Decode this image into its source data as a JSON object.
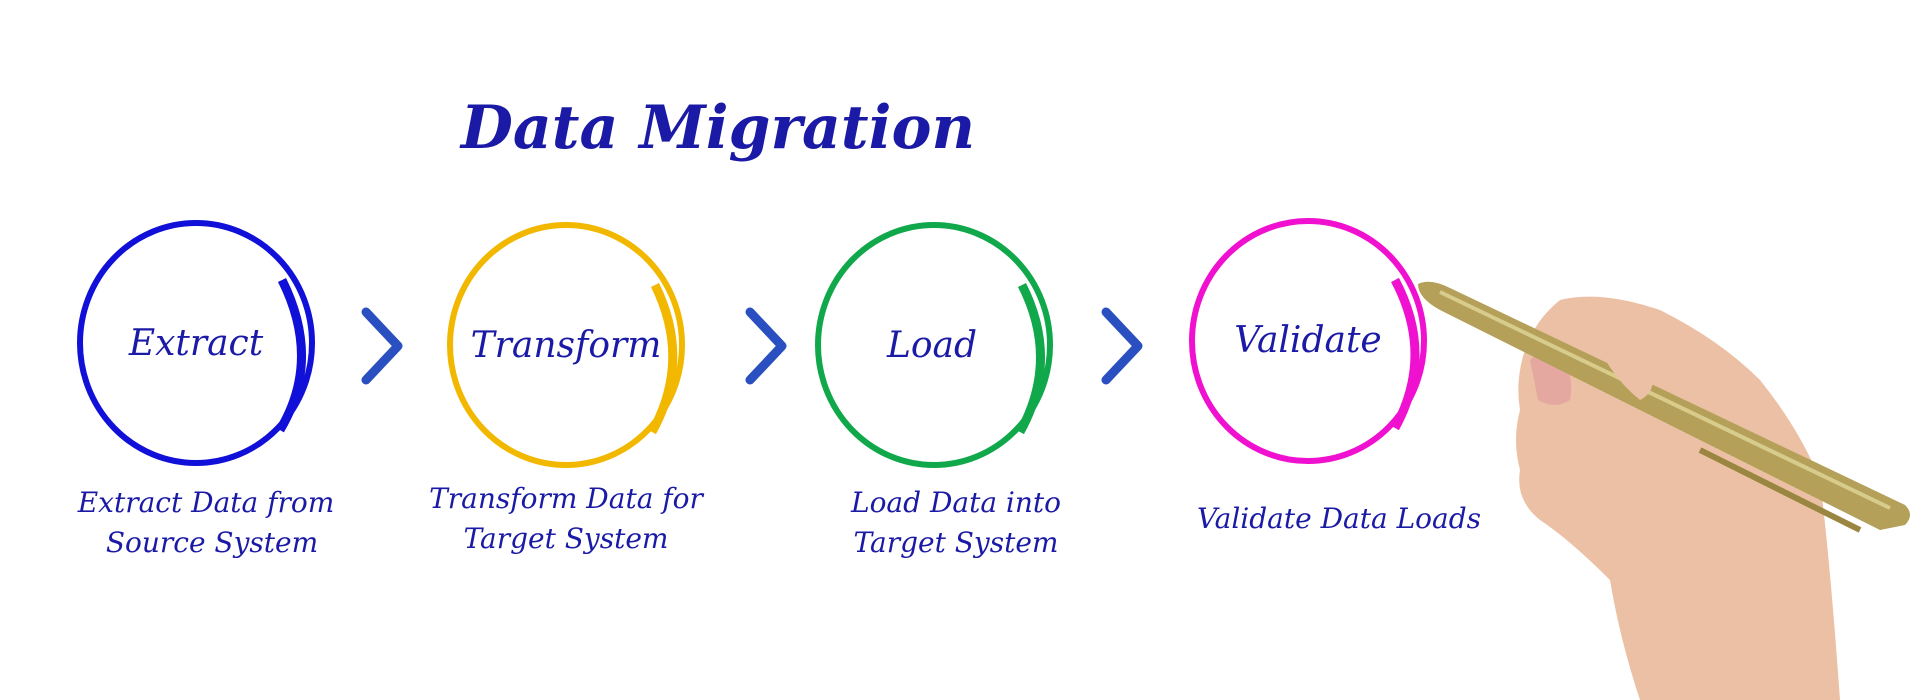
{
  "title": "Data Migration",
  "colors": {
    "text": "#1a1aa6",
    "chevron": "#2a4fc0",
    "skin": "#ecc0a4",
    "pen": "#b4a058"
  },
  "steps": [
    {
      "label": "Extract",
      "caption": [
        "Extract Data from",
        "Source System"
      ],
      "color": "#1010d8"
    },
    {
      "label": "Transform",
      "caption": [
        "Transform Data for",
        "Target System"
      ],
      "color": "#f2b800"
    },
    {
      "label": "Load",
      "caption": [
        "Load Data into",
        "Target System"
      ],
      "color": "#10a84a"
    },
    {
      "label": "Validate",
      "caption": [
        "Validate Data Loads"
      ],
      "color": "#f010d0"
    }
  ],
  "connectors": [
    "chevron-right-icon",
    "chevron-right-icon",
    "chevron-right-icon"
  ]
}
